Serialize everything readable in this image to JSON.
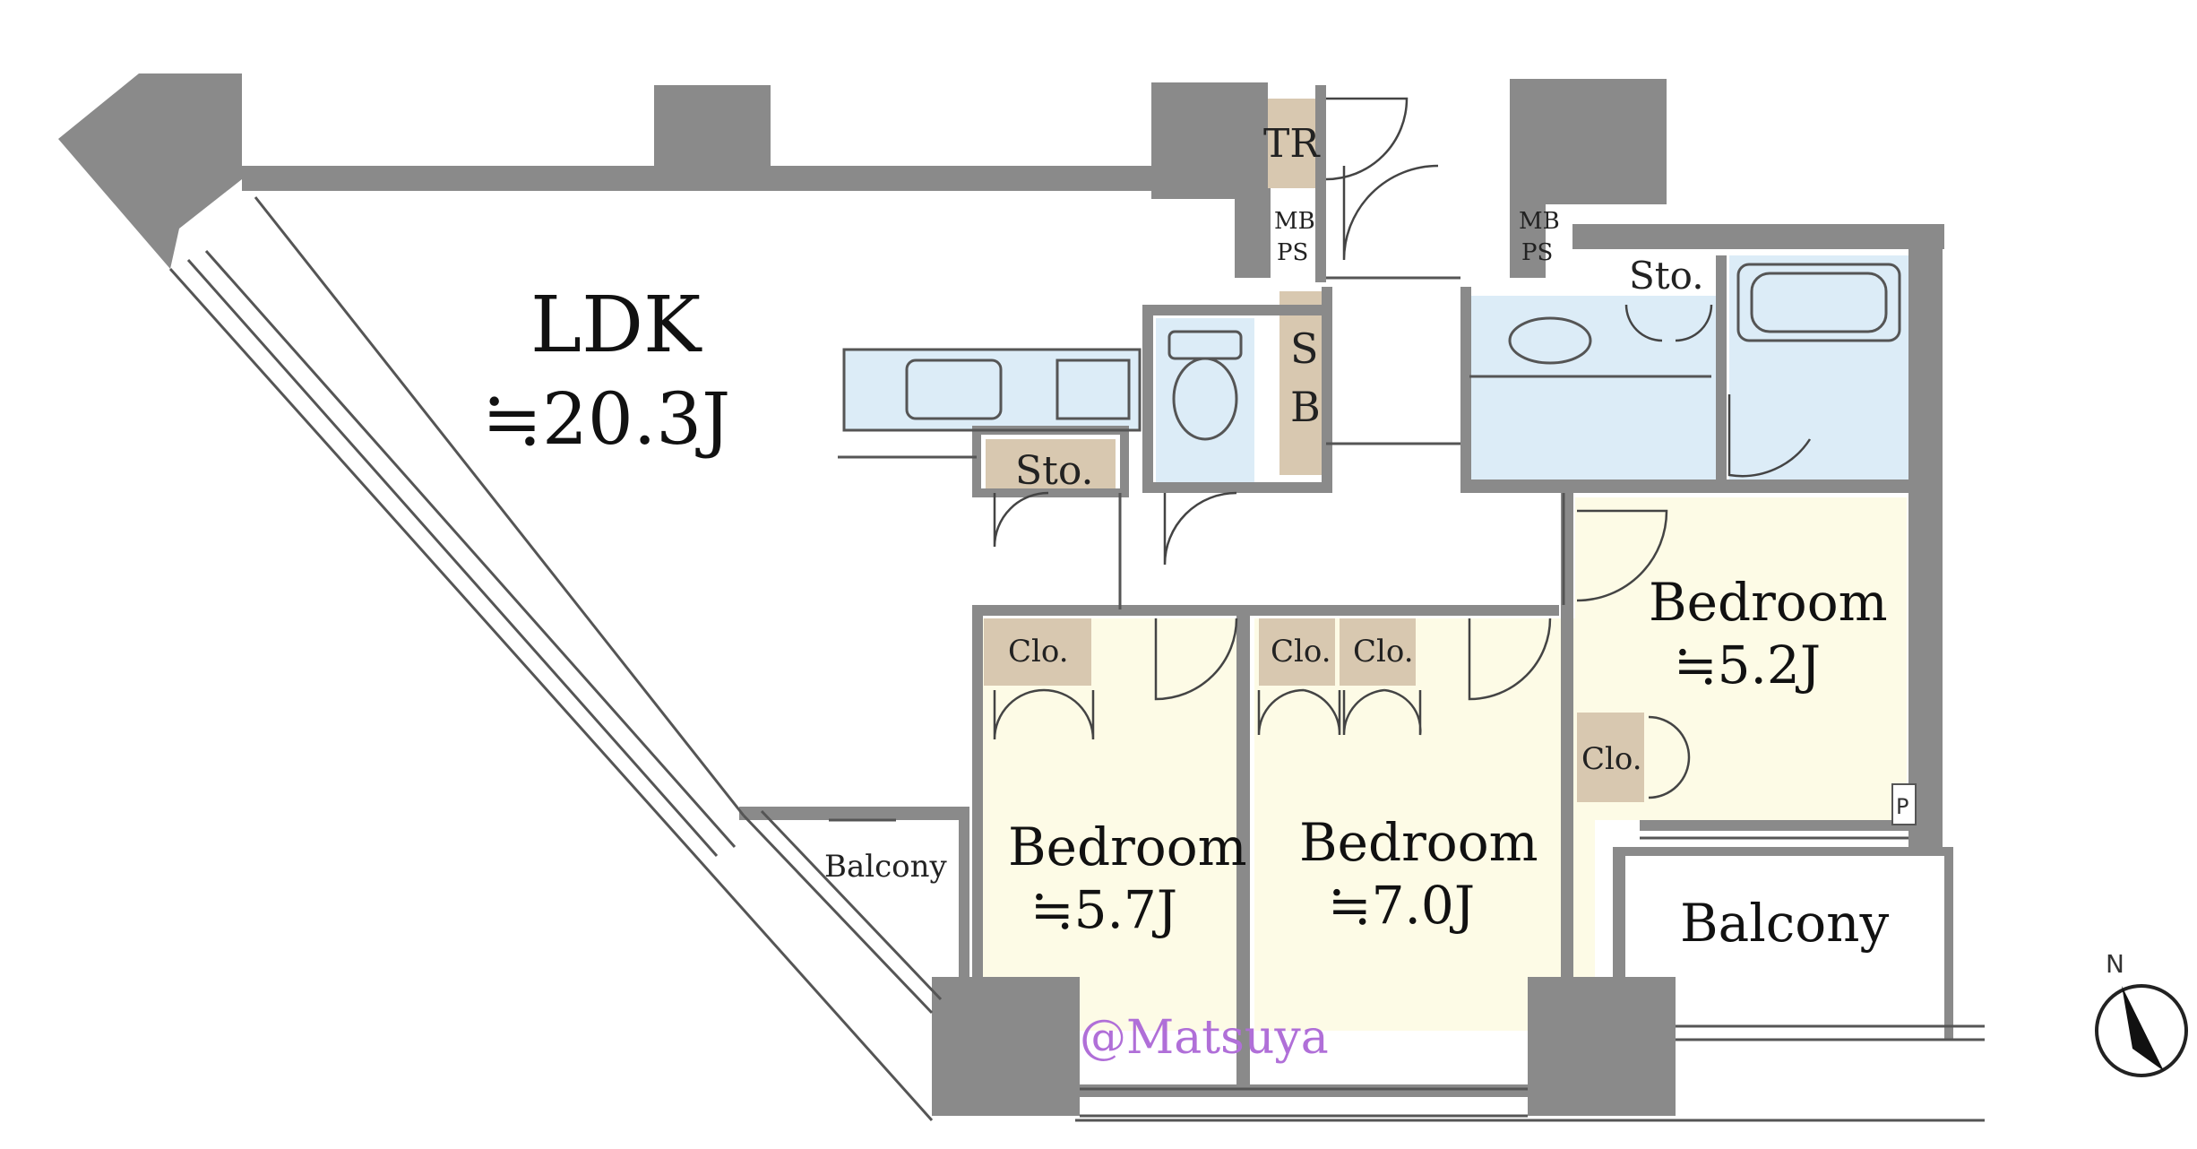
{
  "rooms": {
    "ldk": {
      "name": "LDK",
      "size": "≒20.3J"
    },
    "bedroom_left": {
      "name": "Bedroom",
      "size": "≒5.7J"
    },
    "bedroom_center": {
      "name": "Bedroom",
      "size": "≒7.0J"
    },
    "bedroom_right": {
      "name": "Bedroom",
      "size": "≒5.2J"
    },
    "balcony_small": {
      "name": "Balcony"
    },
    "balcony_right": {
      "name": "Balcony"
    }
  },
  "storage": {
    "tr": "TR",
    "mbps_left_1": "MB",
    "mbps_left_2": "PS",
    "mbps_right_1": "MB",
    "mbps_right_2": "PS",
    "sb_1": "S",
    "sb_2": "B",
    "sto_kitchen": "Sto.",
    "sto_bath": "Sto.",
    "clo_left": "Clo.",
    "clo_center_1": "Clo.",
    "clo_center_2": "Clo.",
    "clo_right": "Clo.",
    "p": "P"
  },
  "misc": {
    "watermark": "@Matsuya",
    "compass_n": "N"
  },
  "colors": {
    "wall": "#8a8a8a",
    "bedroom_fill": "#fdfbe6",
    "wet_area_fill": "#dcecf7",
    "storage_fill": "#d8c8b0",
    "watermark": "#b06fd8"
  }
}
